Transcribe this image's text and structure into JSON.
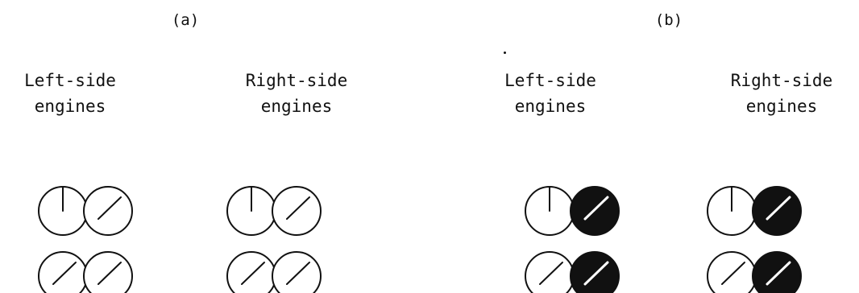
{
  "panels": [
    {
      "label": "(a)",
      "groups": [
        {
          "line1": "Left-side",
          "line2": "engines",
          "dials": [
            "normal",
            "normal",
            "normal",
            "normal"
          ]
        },
        {
          "line1": "Right-side",
          "line2": "engines",
          "dials": [
            "normal",
            "normal",
            "normal",
            "normal"
          ]
        }
      ]
    },
    {
      "label": "(b)",
      "groups": [
        {
          "line1": "Left-side",
          "line2": "engines",
          "dials": [
            "normal",
            "filled",
            "normal",
            "filled"
          ]
        },
        {
          "line1": "Right-side",
          "line2": "engines",
          "dials": [
            "normal",
            "filled",
            "normal",
            "filled"
          ]
        }
      ]
    }
  ],
  "colors": {
    "ink": "#111111",
    "background": "#ffffff"
  }
}
